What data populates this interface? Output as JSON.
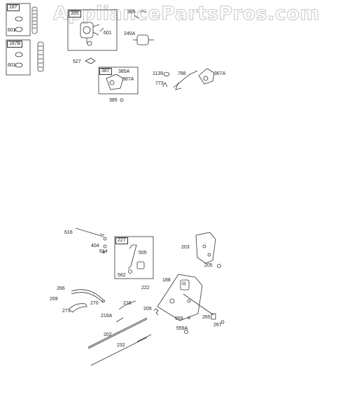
{
  "watermark": "AppliancePartsPros.com",
  "boxes": {
    "b187": "187",
    "b187b": "187B",
    "b395": "395",
    "b387": "387",
    "b227": "227"
  },
  "parts": {
    "p601a": "601",
    "p601b": "601",
    "p601c": "601",
    "p395": "395",
    "p240a": "240A",
    "p527": "527",
    "p385a": "385A",
    "p387a": "387A",
    "p385": "385",
    "p1139": "1139",
    "p773": "773",
    "p788": "788",
    "p367a": "367A",
    "p616": "616",
    "p404": "404",
    "p614": "614",
    "p505": "505",
    "p562": "562",
    "p203": "203",
    "p205": "205",
    "p188": "188",
    "p222": "222",
    "p266": "266",
    "p269": "269",
    "p271": "271",
    "p270": "270",
    "p216": "216",
    "p216a": "216A",
    "p209": "209",
    "p559": "559",
    "p559a": "559A",
    "p265": "265",
    "p267": "267",
    "p202": "202",
    "p232": "232"
  }
}
